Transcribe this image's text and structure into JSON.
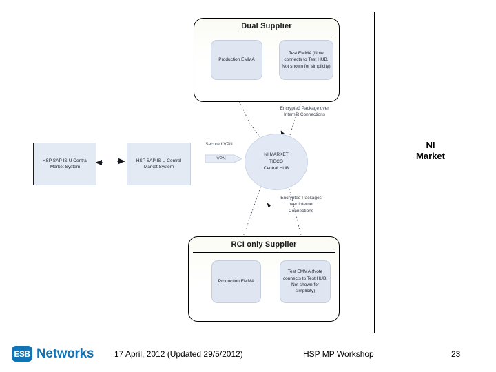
{
  "slide": {
    "market_label_line1": "NI",
    "market_label_line2": "Market"
  },
  "groups": {
    "dual_supplier": {
      "title": "Dual Supplier",
      "nodes": [
        {
          "name": "production-emma",
          "text": "Production EMMA"
        },
        {
          "name": "test-emma",
          "text": "Test EMMA (Note connects to Test HUB. Not shown for simplicity)"
        }
      ]
    },
    "rci_only_supplier": {
      "title": "RCI only Supplier",
      "nodes": [
        {
          "name": "production-emma",
          "text": "Production EMMA"
        },
        {
          "name": "test-emma",
          "text": "Test EMMA (Note connects to Test HUB. Not shown for simplicity)"
        }
      ]
    }
  },
  "systems": {
    "hsp_sap_isu_1": "HSP SAP IS-U Central Market System",
    "hsp_sap_isu_2": "HSP SAP IS-U Central Market System",
    "hub_line1": "NI MARKET",
    "hub_line2": "TIBCO",
    "hub_line3": "Central HUB"
  },
  "connectors": {
    "vpn_chevron_label": "VPN",
    "secured_vpn_label": "Secured VPN",
    "encrypted_top": "Encrypted Package over Internet Connections",
    "encrypted_bottom": "Encrypted Packages over Internet Connections"
  },
  "footer": {
    "logo_mark": "ESB",
    "logo_word": "Networks",
    "date": "17 April, 2012 (Updated 29/5/2012)",
    "title": "HSP MP Workshop",
    "page": "23"
  },
  "colors": {
    "brand_blue": "#1273b5",
    "node_fill": "#dfe6f2",
    "group_fill": "#fbfbf4",
    "line": "#000000"
  }
}
